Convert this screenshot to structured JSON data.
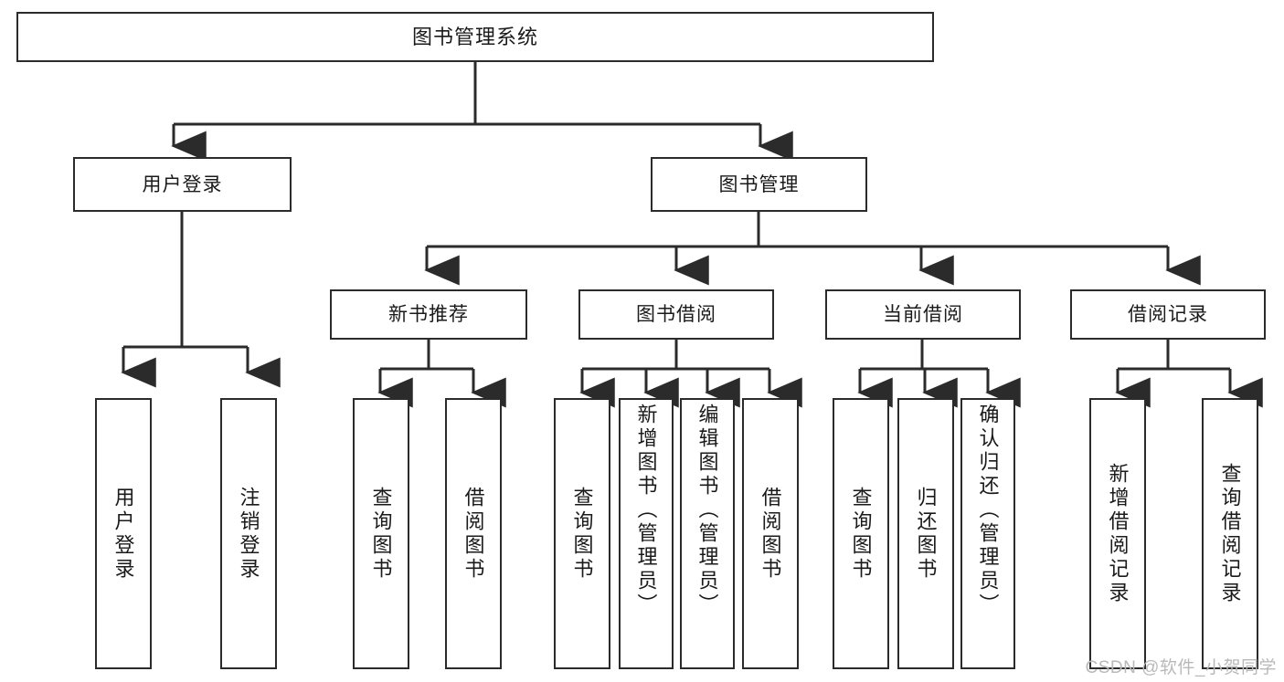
{
  "diagram": {
    "title": "图书管理系统",
    "type": "tree",
    "nodes": {
      "root": {
        "label": "图书管理系统"
      },
      "level1": [
        {
          "id": "user-login",
          "label": "用户登录"
        },
        {
          "id": "book-management",
          "label": "图书管理"
        }
      ],
      "level2": [
        {
          "id": "new-book-recommend",
          "label": "新书推荐",
          "parent": "book-management"
        },
        {
          "id": "book-borrow",
          "label": "图书借阅",
          "parent": "book-management"
        },
        {
          "id": "current-borrow",
          "label": "当前借阅",
          "parent": "book-management"
        },
        {
          "id": "borrow-record",
          "label": "借阅记录",
          "parent": "book-management"
        }
      ],
      "leaves": {
        "user-login": [
          {
            "id": "leaf-user-login",
            "label": "用户登录"
          },
          {
            "id": "leaf-logout-login",
            "label": "注销登录"
          }
        ],
        "new-book-recommend": [
          {
            "id": "leaf-query-book-1",
            "label": "查询图书"
          },
          {
            "id": "leaf-borrow-book-1",
            "label": "借阅图书"
          }
        ],
        "book-borrow": [
          {
            "id": "leaf-query-book-2",
            "label": "查询图书"
          },
          {
            "id": "leaf-add-book-admin",
            "label": "新增图书（管理员）"
          },
          {
            "id": "leaf-edit-book-admin",
            "label": "编辑图书（管理员）"
          },
          {
            "id": "leaf-borrow-book-2",
            "label": "借阅图书"
          }
        ],
        "current-borrow": [
          {
            "id": "leaf-query-book-3",
            "label": "查询图书"
          },
          {
            "id": "leaf-return-book",
            "label": "归还图书"
          },
          {
            "id": "leaf-confirm-return-admin",
            "label": "确认归还（管理员）"
          }
        ],
        "borrow-record": [
          {
            "id": "leaf-add-borrow-record",
            "label": "新增借阅记录"
          },
          {
            "id": "leaf-query-borrow-record",
            "label": "查询借阅记录"
          }
        ]
      }
    },
    "colors": {
      "stroke": "#2b2b2b",
      "fill": "#ffffff",
      "text": "#1a1a1a",
      "watermark": "#b9b9b9"
    }
  },
  "watermark": {
    "text": "CSDN @软件_小贺同学"
  }
}
